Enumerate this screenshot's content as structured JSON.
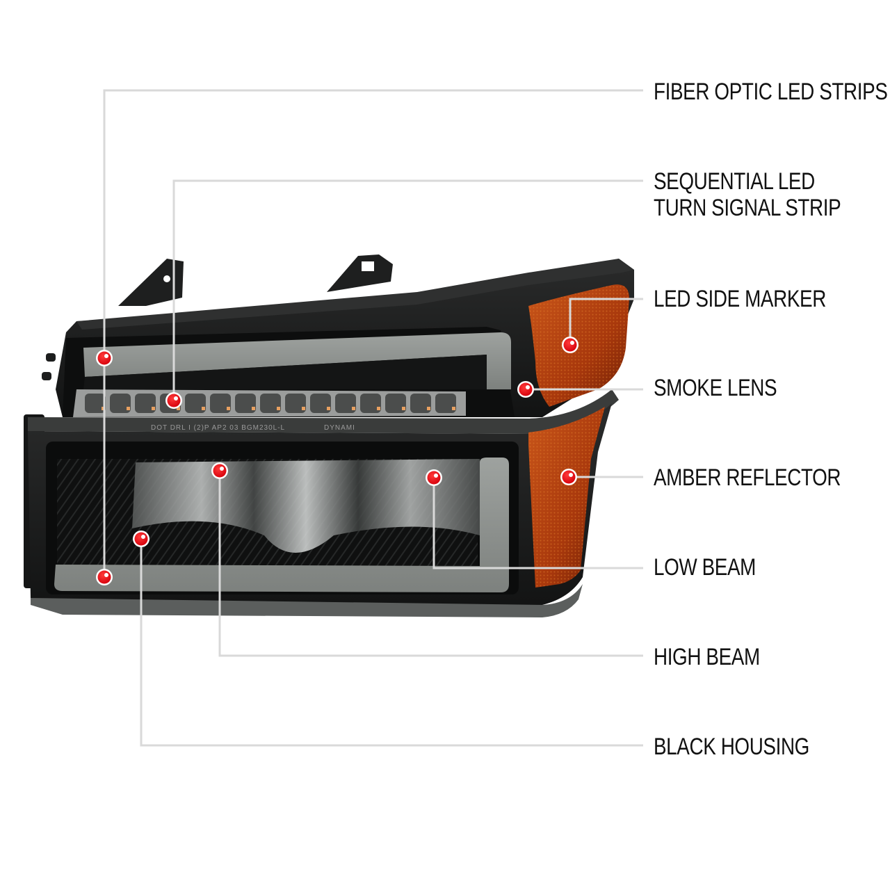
{
  "diagram": {
    "title": "Headlight feature callouts",
    "background": "#ffffff",
    "leader_line_color": "#d9d9d9",
    "marker_color": "#e8000e",
    "marker_ring_color": "#ffffff",
    "housing_color": "#1c1d1d",
    "lens_gray_color": "#8a8e8b",
    "amber_color": "#b5420e"
  },
  "callouts": [
    {
      "id": "fiber-optic-led-strips",
      "lines": [
        "FIBER OPTIC LED STRIPS"
      ]
    },
    {
      "id": "sequential-led-turn-signal-strip",
      "lines": [
        "SEQUENTIAL LED",
        "TURN SIGNAL STRIP"
      ]
    },
    {
      "id": "led-side-marker",
      "lines": [
        "LED SIDE MARKER"
      ]
    },
    {
      "id": "smoke-lens",
      "lines": [
        "SMOKE LENS"
      ]
    },
    {
      "id": "amber-reflector",
      "lines": [
        "AMBER REFLECTOR"
      ]
    },
    {
      "id": "low-beam",
      "lines": [
        "LOW BEAM"
      ]
    },
    {
      "id": "high-beam",
      "lines": [
        "HIGH BEAM"
      ]
    },
    {
      "id": "black-housing",
      "lines": [
        "BLACK HOUSING"
      ]
    }
  ],
  "product_markings": {
    "dot_stamp": "DOT DRL I (2)P AP2 03 BGM230L-L",
    "brand_stamp": "DYNAMI"
  }
}
